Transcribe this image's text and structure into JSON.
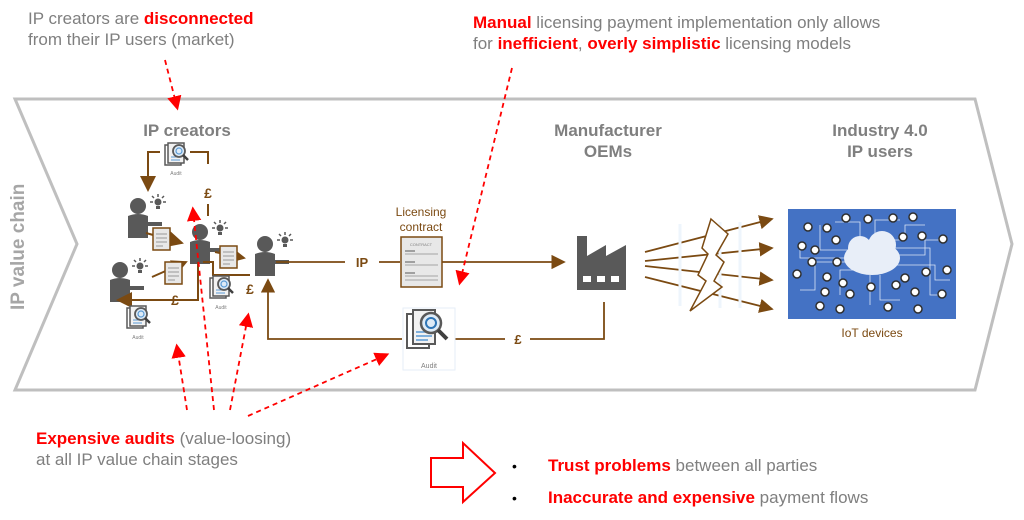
{
  "notes": {
    "disconnected": {
      "line1_prefix": "IP creators are ",
      "line1_highlight": "disconnected",
      "line2": "from their IP users (market)"
    },
    "manual": {
      "line1_highlight": "Manual",
      "line1_rest": " licensing payment implementation only allows",
      "line2_prefix": "for ",
      "line2_highlight1": "inefficient",
      "line2_sep": ", ",
      "line2_highlight2": "overly simplistic",
      "line2_rest": " licensing models"
    },
    "audits": {
      "line1_highlight": "Expensive audits",
      "line1_rest": " (value-loosing)",
      "line2": "at all IP value chain stages"
    }
  },
  "chain": {
    "vertical_label": "IP value chain",
    "stages": [
      {
        "title": "IP creators"
      },
      {
        "title_line1": "Manufacturer",
        "title_line2": "OEMs"
      },
      {
        "title_line1": "Industry 4.0",
        "title_line2": "IP users"
      }
    ]
  },
  "flow": {
    "ip_label": "IP",
    "contract_label_line1": "Licensing",
    "contract_label_line2": "contract",
    "contract_doc_header": "CONTRACT",
    "payment_symbol": "£",
    "audit_label": "Audit",
    "iot_label": "IoT devices"
  },
  "conclusions": {
    "items": [
      {
        "highlight": "Trust problems",
        "rest": " between all parties"
      },
      {
        "highlight": "Inaccurate and expensive",
        "rest": " payment flows"
      }
    ],
    "bullet": "•"
  },
  "colors": {
    "accent_red": "#ff0000",
    "text_grey": "#7f7f7f",
    "flow_brown": "#7b4a12",
    "chevron_grey": "#bfbfbf",
    "iot_blue": "#4472c4",
    "icon_dark": "#595959"
  }
}
